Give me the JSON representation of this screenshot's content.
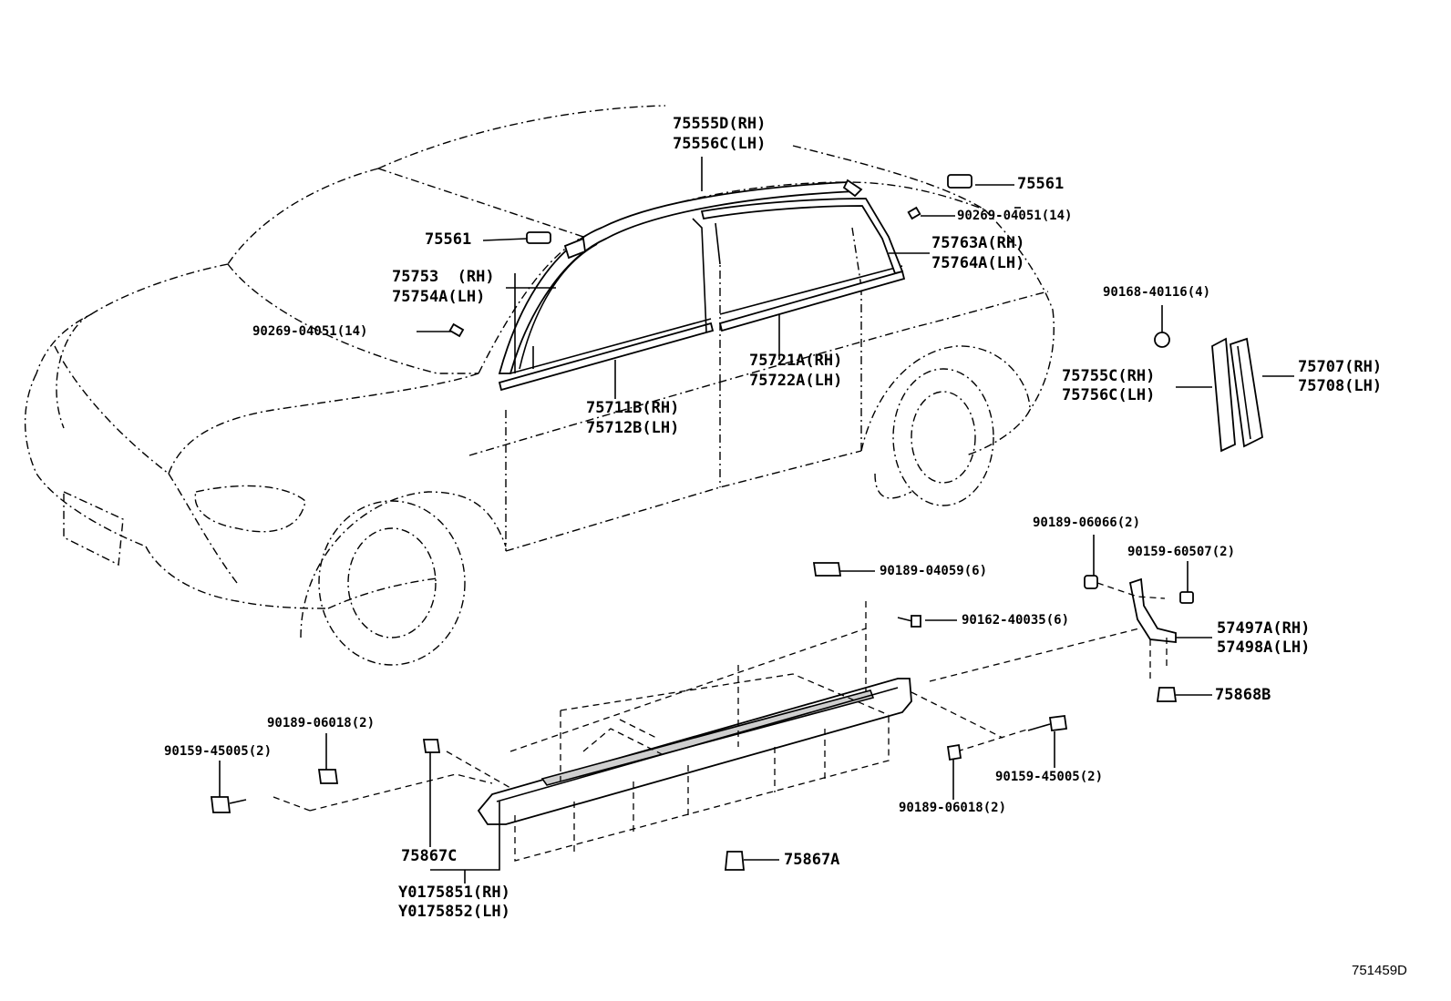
{
  "labels": {
    "p75555d": "75555D(RH)",
    "p75556c": "75556C(LH)",
    "p75561_right": "75561",
    "p75561_left": "75561",
    "p90269_right": "90269-04051(14)",
    "p90269_left": "90269-04051(14)",
    "p75763a": "75763A(RH)",
    "p75764a": "75764A(LH)",
    "p75753": "75753  (RH)",
    "p75754a": "75754A(LH)",
    "p90168": "90168-40116(4)",
    "p75721a": "75721A(RH)",
    "p75722a": "75722A(LH)",
    "p75755c": "75755C(RH)",
    "p75756c": "75756C(LH)",
    "p75707": "75707(RH)",
    "p75708": "75708(LH)",
    "p75711b": "75711B(RH)",
    "p75712b": "75712B(LH)",
    "p90189_06066": "90189-06066(2)",
    "p90159_60507": "90159-60507(2)",
    "p90189_04059": "90189-04059(6)",
    "p90162": "90162-40035(6)",
    "p57497a": "57497A(RH)",
    "p57498a": "57498A(LH)",
    "p75868b": "75868B",
    "p90189_06018_left": "90189-06018(2)",
    "p90159_45005_left": "90159-45005(2)",
    "p90159_45005_right": "90159-45005(2)",
    "p90189_06018_right": "90189-06018(2)",
    "p75867c": "75867C",
    "p75867a": "75867A",
    "py0175851": "Y0175851(RH)",
    "py0175852": "Y0175852(LH)",
    "diagram_code": "751459D"
  }
}
